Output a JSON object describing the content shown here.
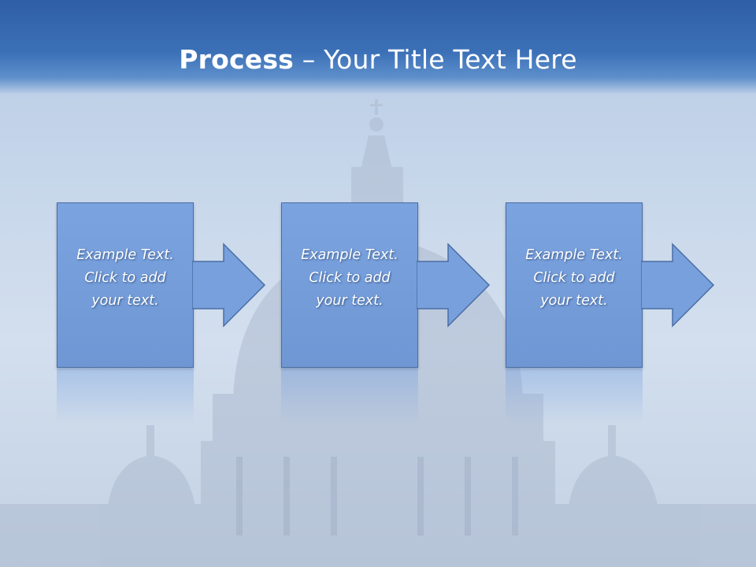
{
  "title": {
    "bold": "Process",
    "rest": " – Your Title Text Here"
  },
  "steps": [
    {
      "lines": [
        "Example Text.",
        "Click  to add",
        "your text."
      ]
    },
    {
      "lines": [
        "Example Text.",
        "Click  to add",
        "your text."
      ]
    },
    {
      "lines": [
        "Example Text.",
        "Click  to add",
        "your text."
      ]
    }
  ],
  "colors": {
    "title_band": "#3b70b7",
    "box_fill": "#7aa3df",
    "box_border": "#4a6ea3",
    "text": "#ffffff"
  }
}
